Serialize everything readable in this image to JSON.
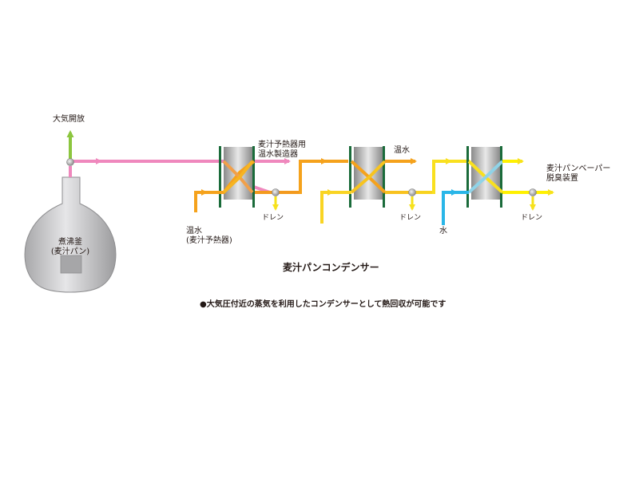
{
  "labels": {
    "atmosphere_vent": "大気開放",
    "kettle_line1": "煮沸釜",
    "kettle_line2": "(麦汁パン)",
    "preheater_water_line1": "麦汁予熱器用",
    "preheater_water_line2": "温水製造器",
    "hot_water_in_line1": "温水",
    "hot_water_in_line2": "(麦汁予熱器)",
    "hot_water_out": "温水",
    "water": "水",
    "drain_1": "ドレン",
    "drain_2": "ドレン",
    "drain_3": "ドレン",
    "deodorizer_line1": "麦汁パンベーパー",
    "deodorizer_line2": "脱臭装置",
    "title": "麦汁パンコンデンサー",
    "note": "●大気圧付近の蒸気を利用したコンデンサーとして熱回収が可能です"
  },
  "colors": {
    "vapor_line": "#ef88bd",
    "vent_arrow": "#8cc63f",
    "hot_line": "#f7a21b",
    "warm_line": "#f9d423",
    "yellow_line": "#fff100",
    "cold_water": "#29b6e8",
    "drain_line": "#f5e216",
    "exchanger_frame": "#1a6b3a",
    "exchanger_body": "#9e9e9e",
    "kettle_body": "#c9c9cb",
    "valve": "#b5b5b5"
  },
  "icons": {
    "kettle": "brew-kettle-icon",
    "exchanger": "heat-exchanger-icon",
    "valve": "valve-icon"
  }
}
